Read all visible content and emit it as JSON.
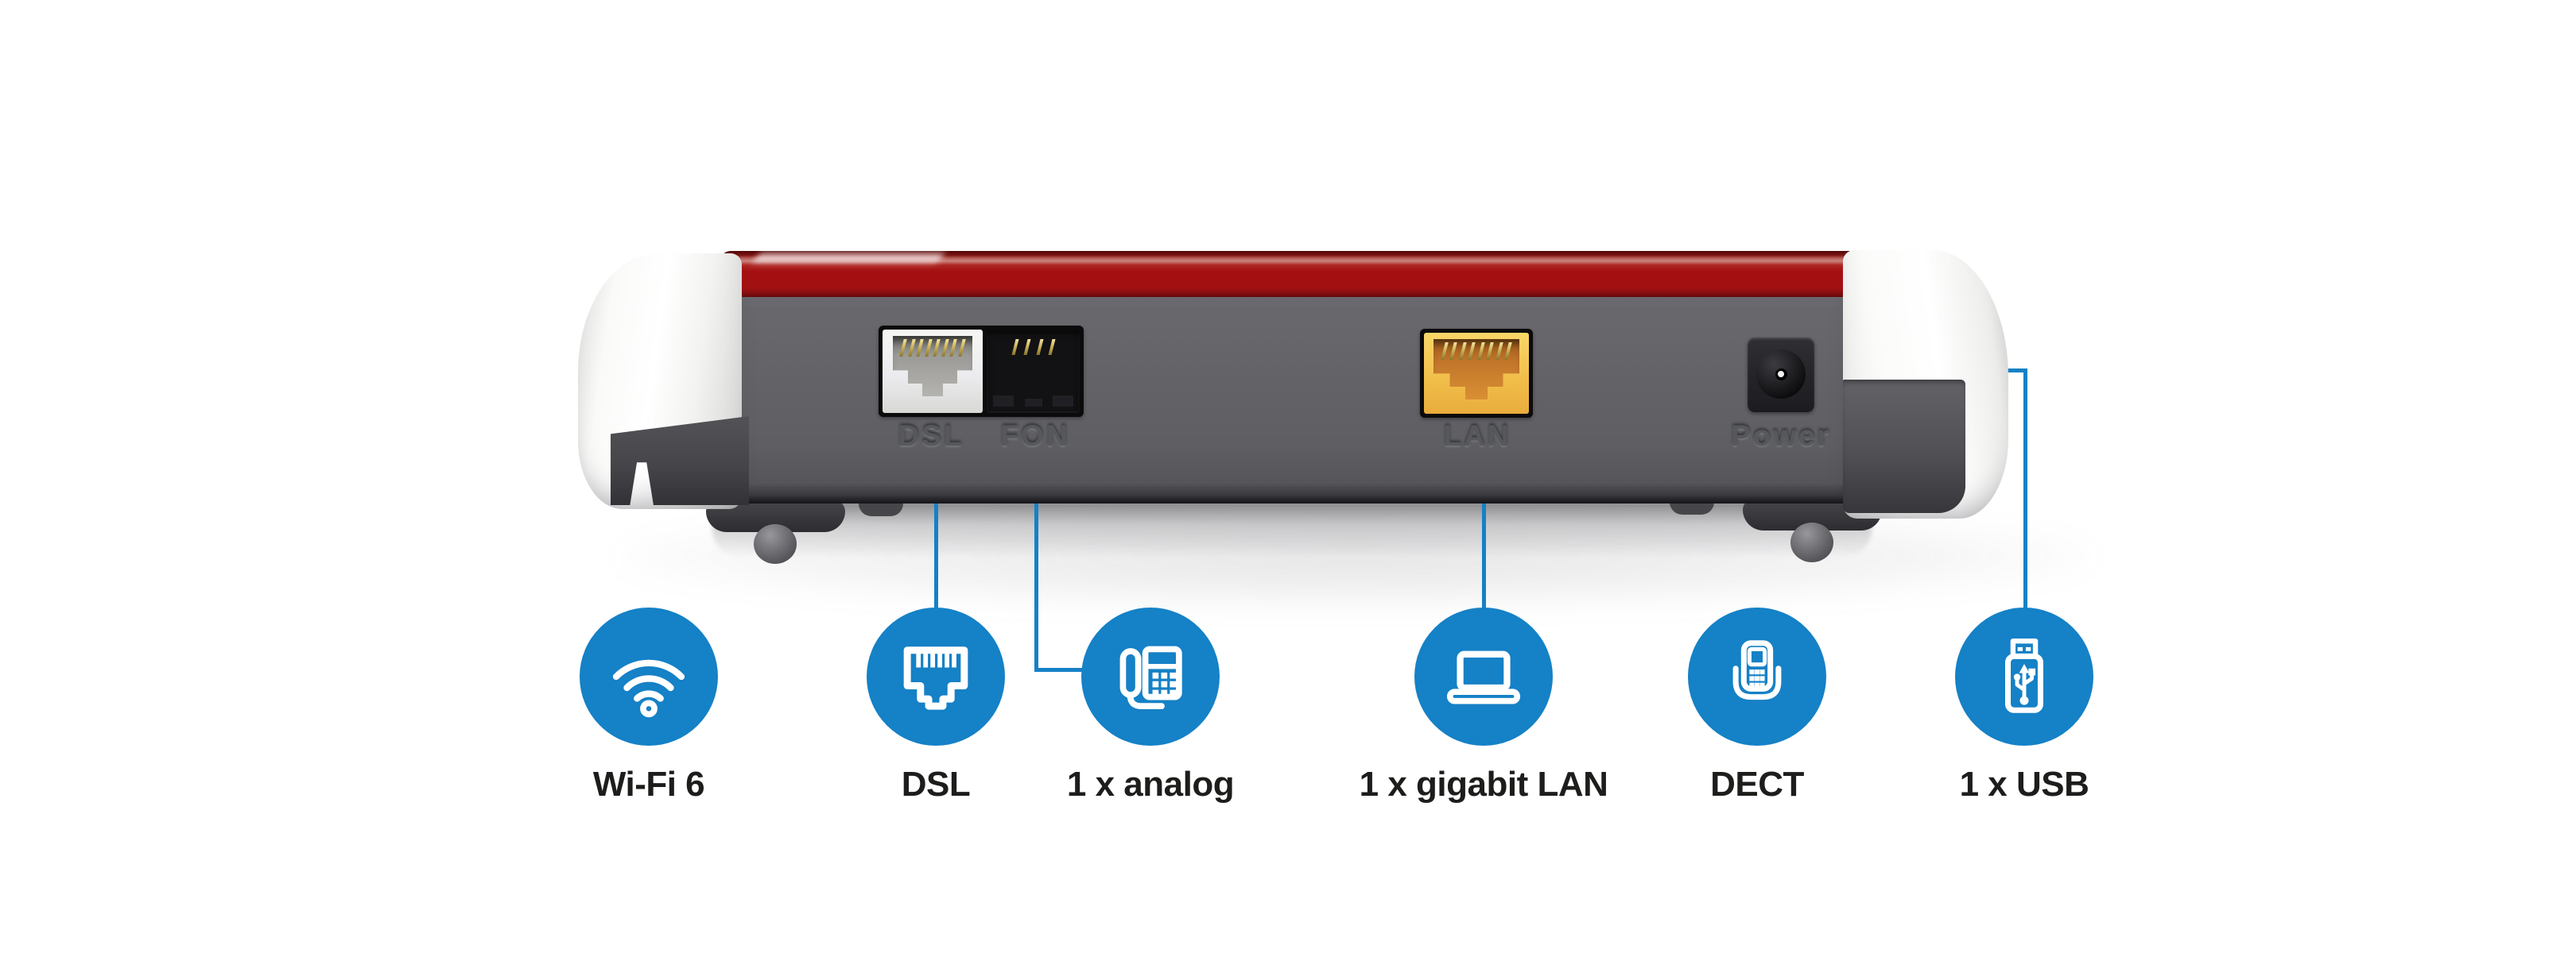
{
  "router": {
    "port_labels": {
      "dsl": "DSL",
      "fon": "FON",
      "lan": "LAN",
      "power": "Power"
    }
  },
  "features": [
    {
      "id": "wifi-6",
      "icon": "wifi-icon",
      "label": "Wi-Fi 6"
    },
    {
      "id": "dsl",
      "icon": "rj45-jack-icon",
      "label": "DSL"
    },
    {
      "id": "analog",
      "icon": "analog-phone-icon",
      "label": "1 x analog"
    },
    {
      "id": "gigabit-lan",
      "icon": "laptop-icon",
      "label": "1 x gigabit LAN"
    },
    {
      "id": "dect",
      "icon": "dect-handset-icon",
      "label": "DECT"
    },
    {
      "id": "usb",
      "icon": "usb-stick-icon",
      "label": "1 x USB"
    }
  ],
  "colors": {
    "accent_blue": "#1581c6",
    "brand_red": "#a51012",
    "body_gray": "#626267",
    "cap_white": "#f7f7f6",
    "lan_yellow": "#f2bf4b",
    "label_black": "#1d1d1b"
  }
}
